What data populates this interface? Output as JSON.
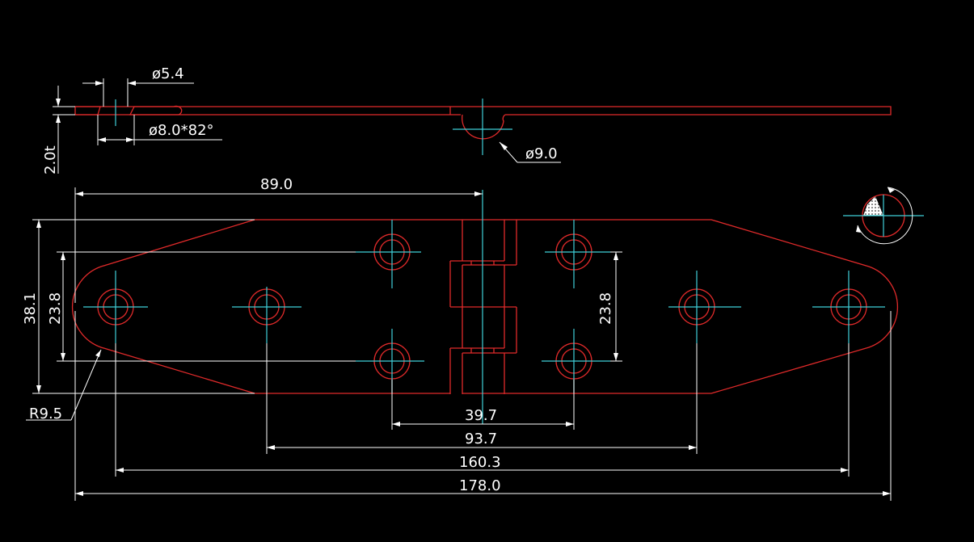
{
  "drawing": {
    "top_view": {
      "hole_diameter": "ø5.4",
      "countersink": "ø8.0*82°",
      "thickness": "2.0t",
      "knuckle_diameter": "ø9.0"
    },
    "plan_view": {
      "half_length": "89.0",
      "overall_width": "38.1",
      "hole_spacing_left": "23.8",
      "hole_spacing_right": "23.8",
      "end_radius": "R9.5",
      "dim_inner_holes": "39.7",
      "dim_mid_holes": "93.7",
      "dim_outer_holes": "160.3",
      "overall_length": "178.0"
    },
    "colors": {
      "outline": "#e02a2a",
      "centerline": "#3fd0d8",
      "dimension": "#ffffff"
    }
  }
}
